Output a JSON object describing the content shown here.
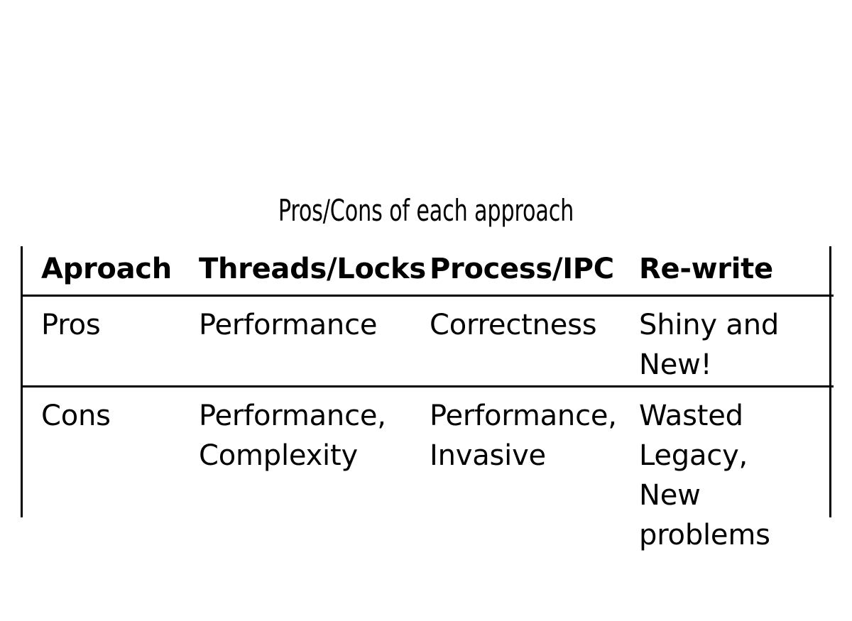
{
  "slide": {
    "title": "Pros/Cons of each approach",
    "background_color": "#ffffff",
    "text_color": "#000000",
    "rule_color": "#000000"
  },
  "table": {
    "headers": [
      "Aproach",
      "Threads/Locks",
      "Process/IPC",
      "Re-write"
    ],
    "rows": [
      {
        "label": "Pros",
        "cells": [
          "Performance",
          "Correctness",
          "Shiny and New!"
        ]
      },
      {
        "label": "Cons",
        "cells": [
          "Performance, Complexity",
          "Performance, Invasive",
          "Wasted Legacy, New problems"
        ]
      }
    ]
  }
}
